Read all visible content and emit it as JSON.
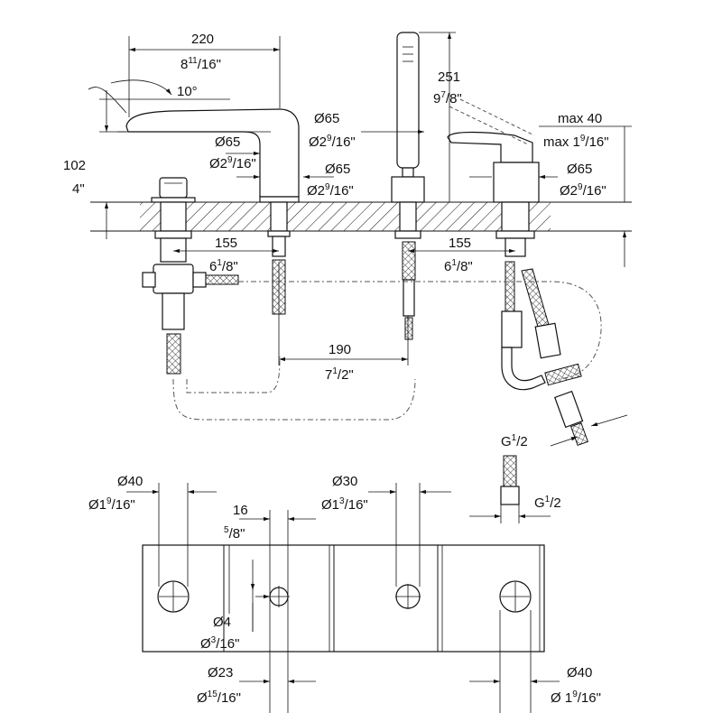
{
  "dims": {
    "top_width_mm": "220",
    "top_width_in_whole": "8",
    "top_width_in_num": "11",
    "top_width_in_den": "/16\"",
    "angle": "10°",
    "height_mm": "102",
    "height_in": "4\"",
    "spout_dia_mm": "Ø65",
    "spout_dia_in_main": "Ø2",
    "spout_dia_in_num": "9",
    "spout_dia_in_den": "/16\"",
    "valve_dia_mm": "Ø65",
    "valve_dia_in_main": "Ø2",
    "valve_dia_in_num": "9",
    "valve_dia_in_den": "/16\"",
    "shower_dia_mm": "Ø65",
    "shower_dia_in_main": "Ø2",
    "shower_dia_in_num": "9",
    "shower_dia_in_den": "/16\"",
    "handle_dia_mm": "Ø65",
    "handle_dia_in_main": "Ø2",
    "handle_dia_in_num": "9",
    "handle_dia_in_den": "/16\"",
    "shower_h_mm": "251",
    "shower_h_in_main": "9",
    "shower_h_in_num": "7",
    "shower_h_in_den": "/8\"",
    "max_mm": "max 40",
    "max_in_main": "max 1",
    "max_in_num": "9",
    "max_in_den": "/16\"",
    "spacing_left_mm": "155",
    "spacing_left_in_main": "6",
    "spacing_left_in_num": "1",
    "spacing_left_in_den": "/8\"",
    "spacing_right_mm": "155",
    "spacing_right_in_main": "6",
    "spacing_right_in_num": "1",
    "spacing_right_in_den": "/8\"",
    "spacing_mid_mm": "190",
    "spacing_mid_in_main": "7",
    "spacing_mid_in_num": "1",
    "spacing_mid_in_den": "/2\"",
    "thread_top": "G",
    "thread_top_num": "1",
    "thread_top_den": "/2",
    "thread_bottom": "G",
    "thread_bottom_num": "1",
    "thread_bottom_den": "/2"
  },
  "plan": {
    "hole1_mm": "Ø40",
    "hole1_in_main": "Ø1",
    "hole1_in_num": "9",
    "hole1_in_den": "/16\"",
    "hole2_mm": "Ø30",
    "hole2_in_main": "Ø1",
    "hole2_in_num": "3",
    "hole2_in_den": "/16\"",
    "gap_mm": "16",
    "gap_in_num": "5",
    "gap_in_den": "/8\"",
    "small_mm": "Ø4",
    "small_in_main": "Ø",
    "small_in_num": "3",
    "small_in_den": "/16\"",
    "mid_mm": "Ø23",
    "mid_in_main": "Ø",
    "mid_in_num": "15",
    "mid_in_den": "/16\"",
    "hole4_mm": "Ø40",
    "hole4_in_main": "Ø 1",
    "hole4_in_num": "9",
    "hole4_in_den": "/16\""
  }
}
